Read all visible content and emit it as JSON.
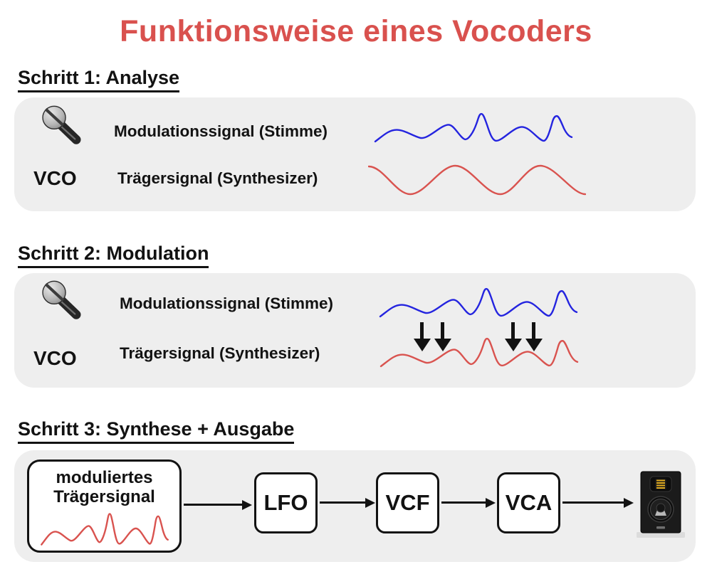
{
  "title": "Funktionsweise eines Vocoders",
  "colors": {
    "title_red": "#d9514e",
    "wave_blue": "#2424df",
    "wave_red": "#d9534f",
    "panel_bg": "#eeeeee",
    "ink": "#121212"
  },
  "step1": {
    "heading": "Schritt 1: Analyse",
    "modulation_label": "Modulationssignal (Stimme)",
    "vco_label": "VCO",
    "carrier_label": "Trägersignal (Synthesizer)"
  },
  "step2": {
    "heading": "Schritt 2: Modulation",
    "modulation_label": "Modulationssignal (Stimme)",
    "vco_label": "VCO",
    "carrier_label": "Trägersignal (Synthesizer)"
  },
  "step3": {
    "heading": "Schritt 3: Synthese + Ausgabe",
    "source_line1": "moduliertes",
    "source_line2": "Trägersignal",
    "modules": [
      "LFO",
      "VCF",
      "VCA"
    ]
  },
  "icons": {
    "input": "microphone-icon",
    "output": "speaker-icon"
  }
}
